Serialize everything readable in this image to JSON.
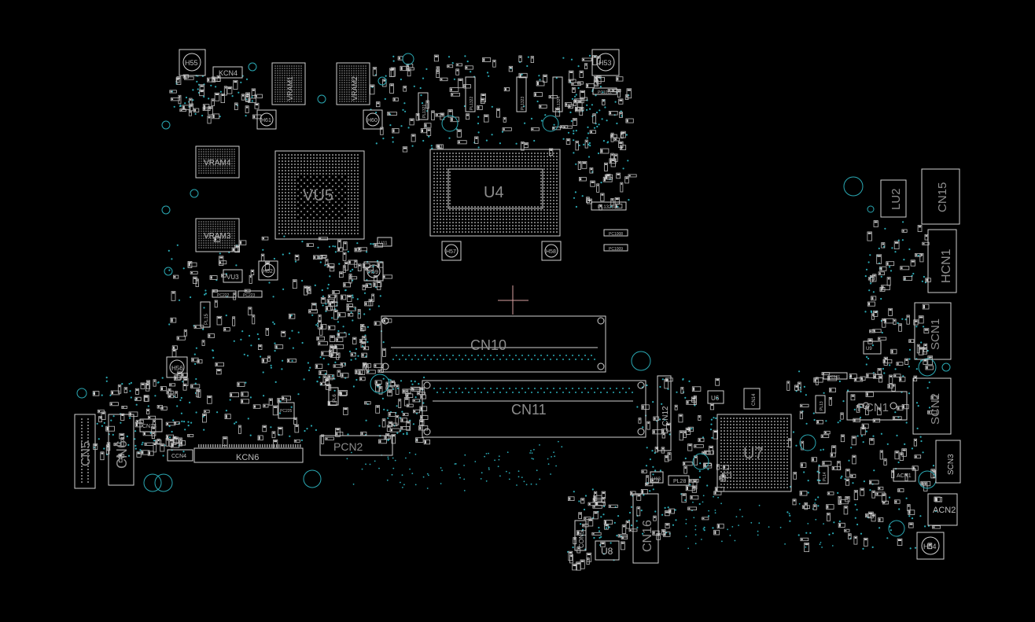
{
  "board": {
    "background": "#000000",
    "outline_color": "#cfcfcf",
    "via_color": "#2aa9b4",
    "marker_color": "#d7a0a0"
  },
  "components": {
    "u4": "U4",
    "vu5": "VU5",
    "u7": "U7",
    "cn10": "CN10",
    "cn11": "CN11",
    "cn12": "CN12",
    "cn16": "CN16",
    "cn15": "CN15",
    "cn5": "CN5",
    "cn6": "CN6",
    "kcn6": "KCN6",
    "kcn4": "KCN4",
    "pcn2": "PCN2",
    "pcn1": "PCN1",
    "hcn1": "HCN1",
    "scn1": "SCN1",
    "scn2": "SCN2",
    "scn3": "SCN3",
    "lu2": "LU2",
    "acn1": "ACN1",
    "acn2": "ACN2",
    "vram1": "VRAM1",
    "vram2": "VRAM2",
    "vram3": "VRAM3",
    "vram4": "VRAM4",
    "u8": "U8",
    "con5": "CON5",
    "cn13": "CN13",
    "cn14": "CN14",
    "ccn4": "CCN4",
    "vu3": "VU3",
    "h53": "H53",
    "h54": "H54",
    "h55": "H55",
    "h56": "H56",
    "h57": "H57",
    "h58": "H58",
    "h59": "H59",
    "h60": "H60",
    "h61": "H61",
    "h62": "H62",
    "pl1328": "PL1328",
    "pl28": "PL28",
    "pl15": "PL15",
    "pc222": "PC222",
    "pc223": "PC223",
    "pc225": "PC225",
    "pc1008": "PC1008",
    "pc1009": "PC1009",
    "pc1012": "PC1012",
    "pc101": "PC101",
    "pl13": "PL13",
    "pl14": "PL14",
    "pl6": "PL6",
    "pl1321": "PL1321",
    "pl1322": "PL1322",
    "pl1323": "PL1323",
    "pl1324": "PL1324",
    "u6": "U6",
    "u11": "U11",
    "u13": "U13",
    "u9": "U9"
  }
}
